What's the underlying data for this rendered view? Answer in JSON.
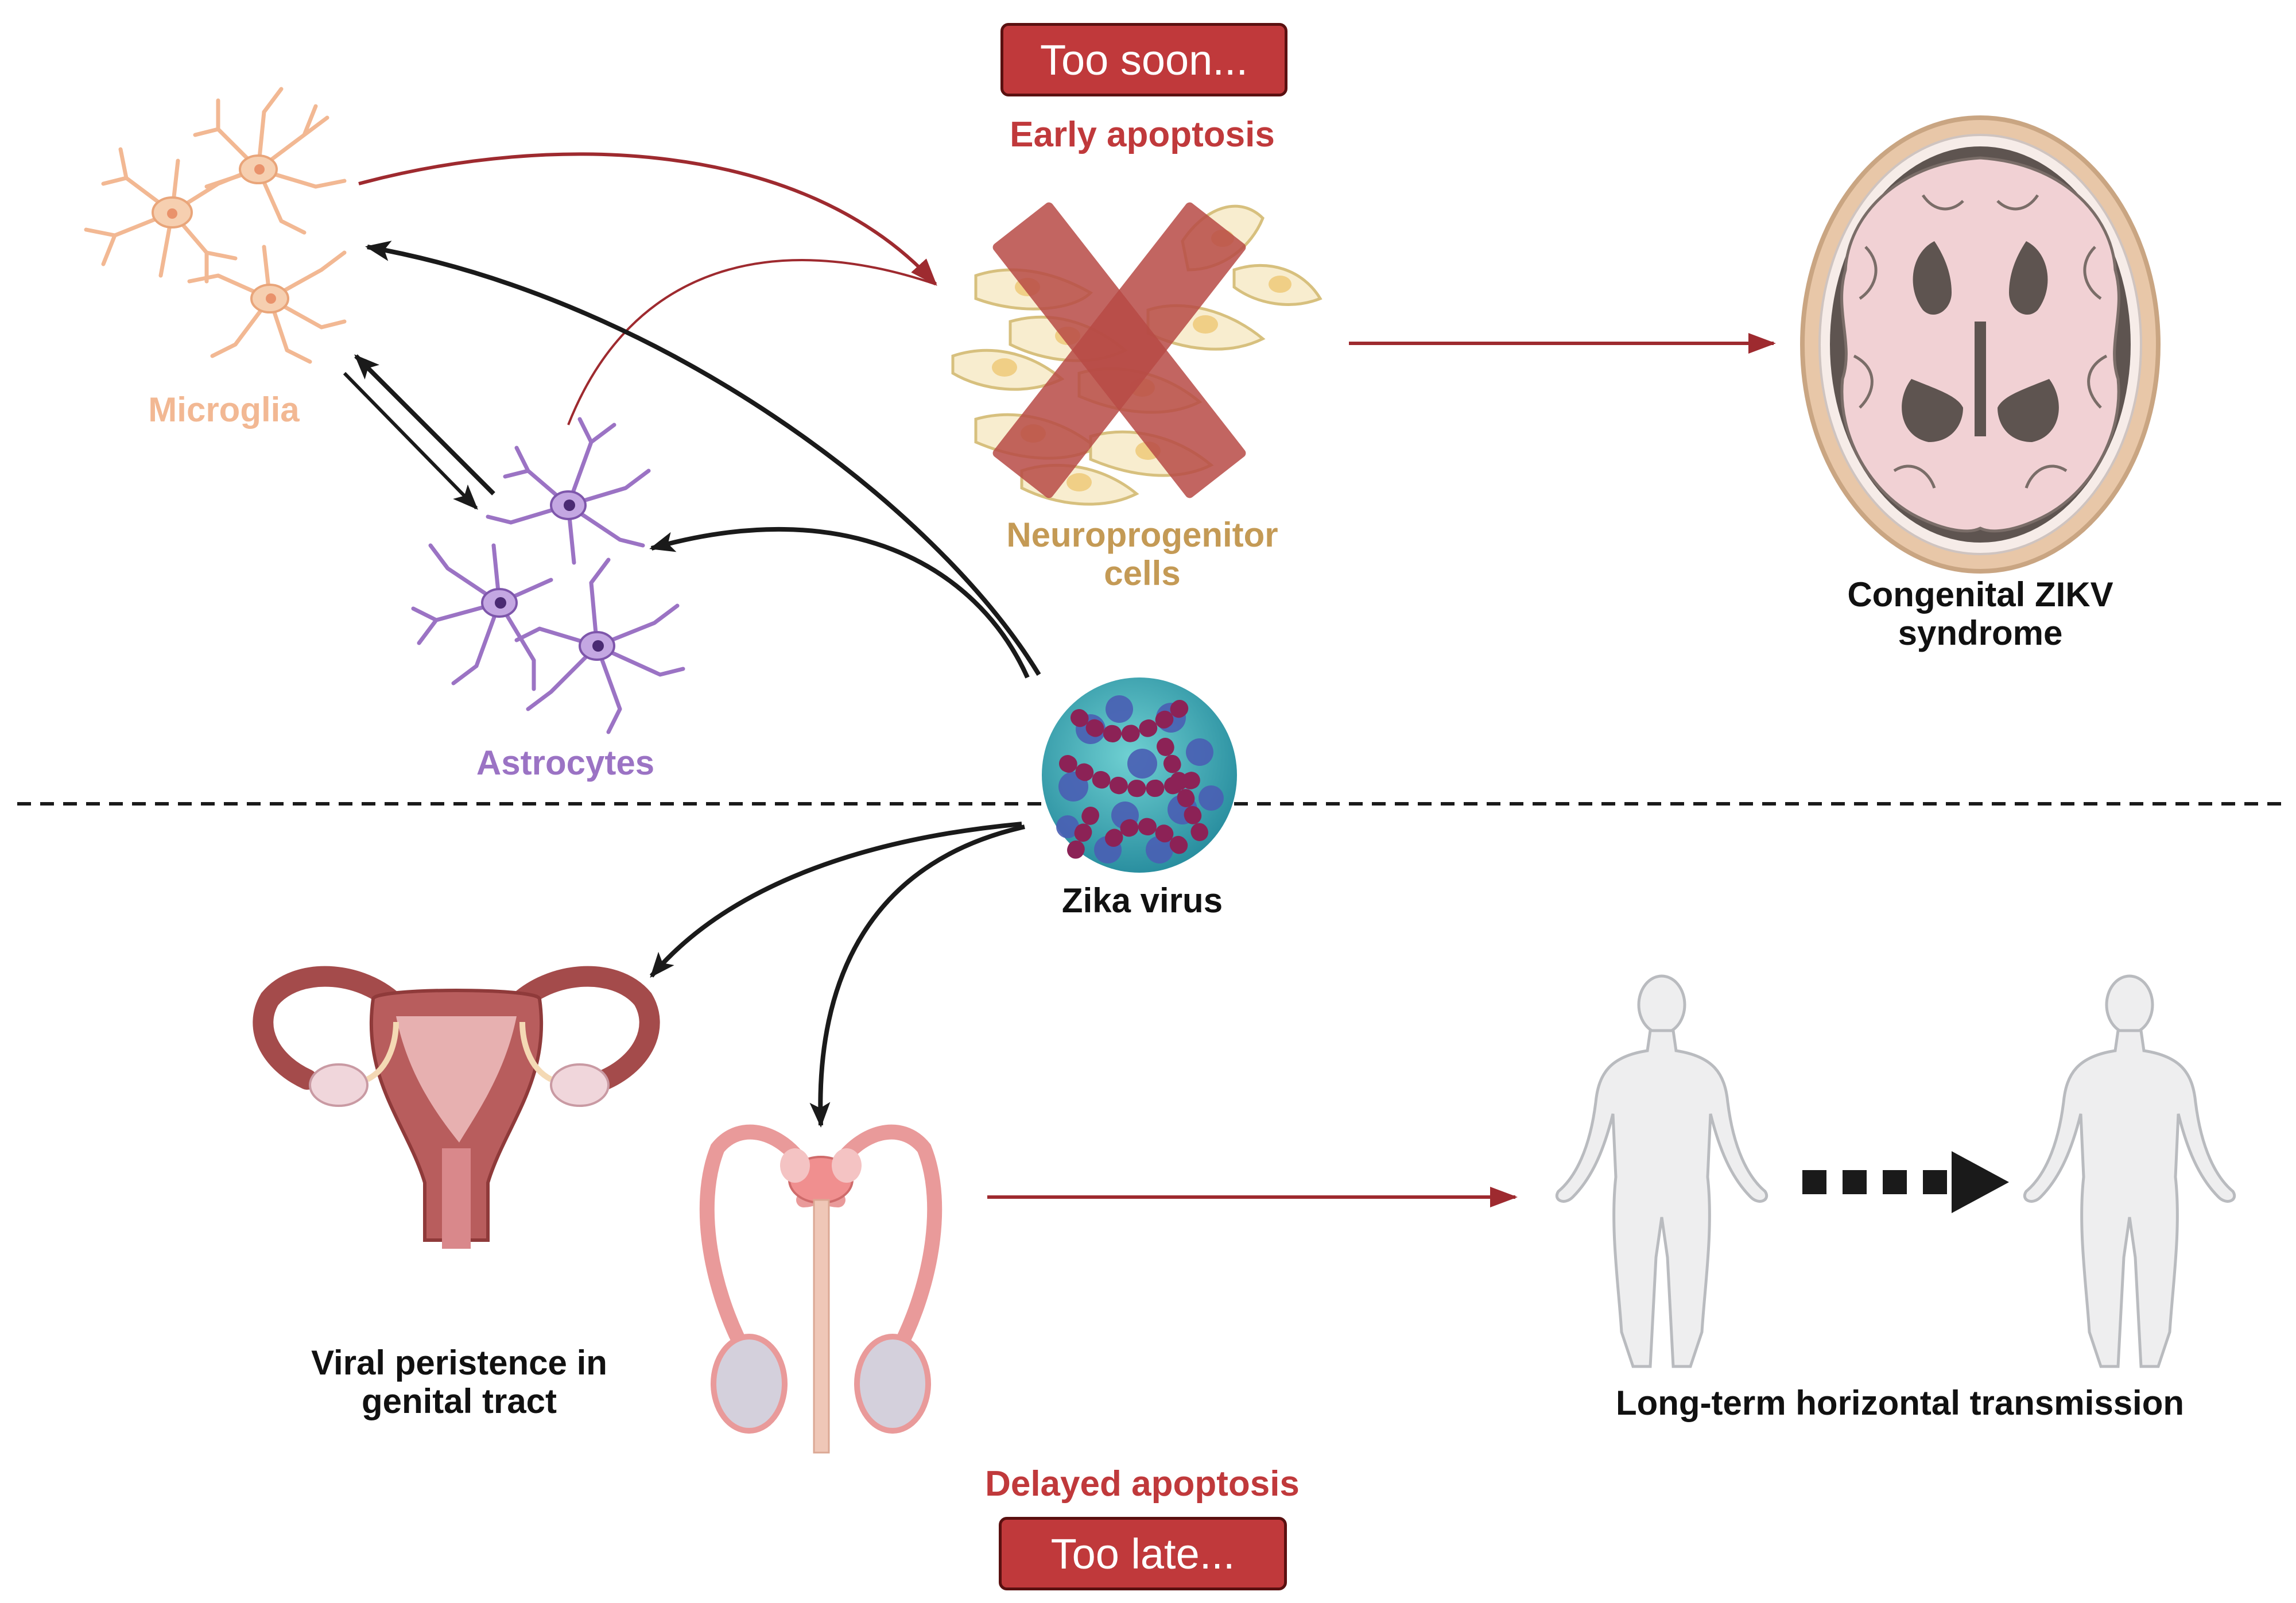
{
  "colors": {
    "badge": "#c0393b",
    "apoptosis_text": "#c0393b",
    "microglia": "#f2b893",
    "astrocytes": "#9b73c4",
    "neuroprogenitor": "#c49a55",
    "arrow_red": "#9e2a2f",
    "arrow_black": "#1a1a1a"
  },
  "top": {
    "badge": "Too soon...",
    "apoptosis": "Early apoptosis",
    "neuro_line1": "Neuroprogenitor",
    "neuro_line2": "cells",
    "microglia": "Microglia",
    "astrocytes": "Astrocytes",
    "brain_line1": "Congenital ZIKV",
    "brain_line2": "syndrome"
  },
  "center": {
    "virus": "Zika virus"
  },
  "bottom": {
    "genital_line1": "Viral peristence in",
    "genital_line2": "genital tract",
    "transmission": "Long-term horizontal transmission",
    "apoptosis": "Delayed apoptosis",
    "badge": "Too late..."
  },
  "icons": [
    "microglia-icon",
    "astrocytes-icon",
    "neuroprogenitor-cells-icon",
    "cross-icon",
    "brain-icon",
    "zika-virus-icon",
    "uterus-icon",
    "male-reproductive-icon",
    "human-figure-icon"
  ]
}
